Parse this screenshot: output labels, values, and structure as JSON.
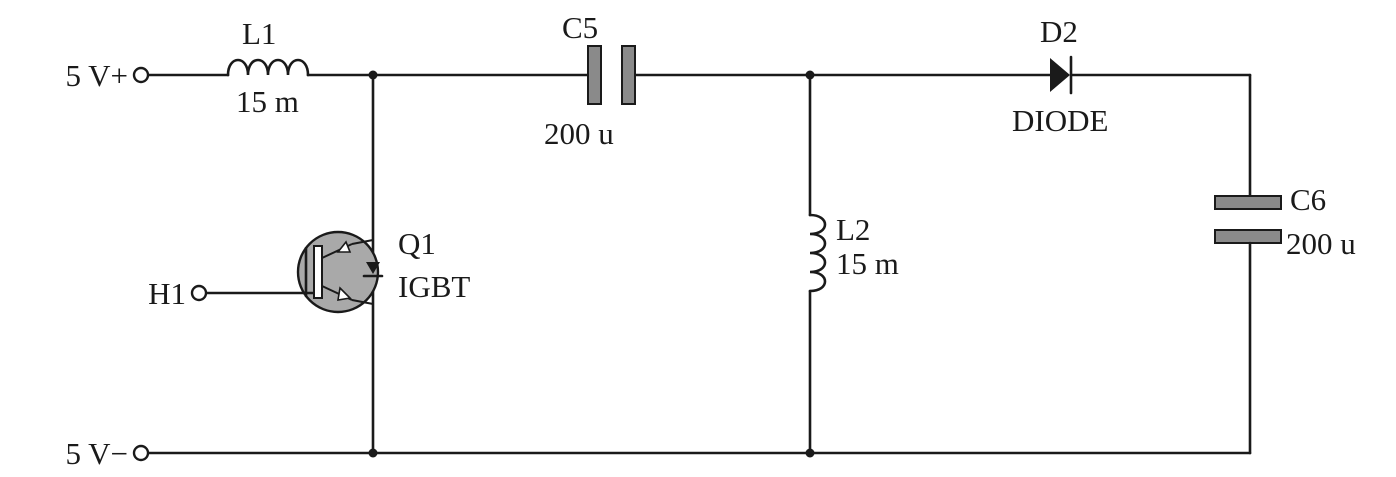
{
  "terminals": {
    "pos": "5 V+",
    "neg": "5 V−",
    "gate": "H1"
  },
  "components": {
    "l1": {
      "name": "L1",
      "value": "15 m"
    },
    "c5": {
      "name": "C5",
      "value": "200 u"
    },
    "d2": {
      "name": "D2",
      "value": "DIODE"
    },
    "q1": {
      "name": "Q1",
      "value": "IGBT"
    },
    "l2": {
      "name": "L2",
      "value": "15 m"
    },
    "c6": {
      "name": "C6",
      "value": "200 u"
    }
  },
  "colors": {
    "wire": "#1a1a1a",
    "plate": "#8a8a8a",
    "igbt_body": "#a9a9a9"
  }
}
